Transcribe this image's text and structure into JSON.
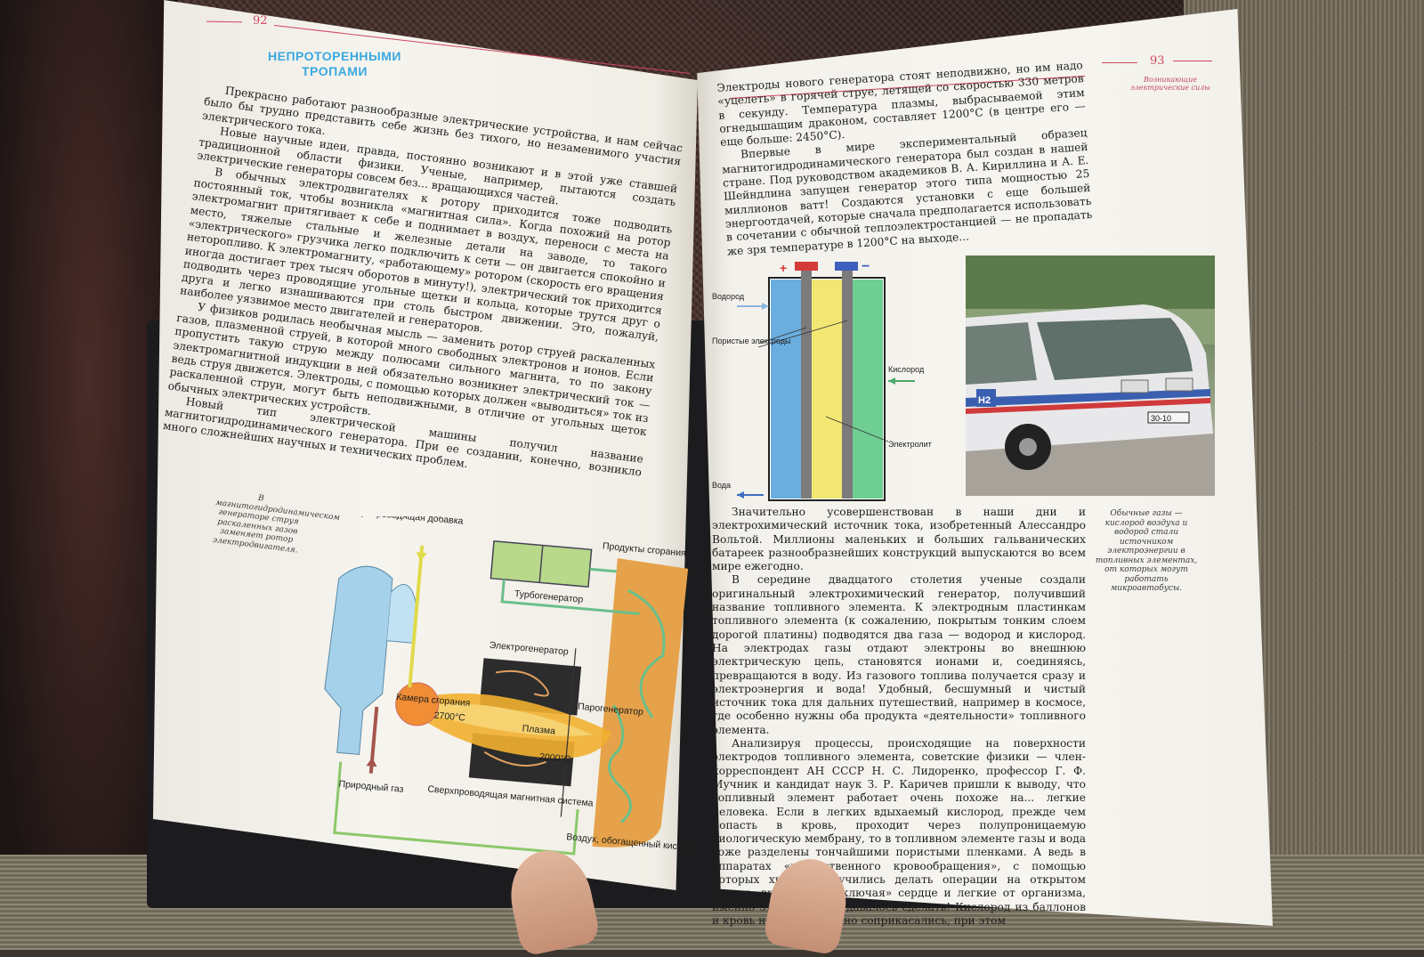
{
  "left_page": {
    "page_number": "92",
    "header_title_line1": "НЕПРОТОРЕННЫМИ",
    "header_title_line2": "ТРОПАМИ",
    "paragraphs": [
      "Прекрасно работают разнообразные электрические устройства, и нам сейчас было бы трудно представить себе жизнь без тихого, но незаменимого участия электрического тока.",
      "Новые научные идеи, правда, постоянно возникают и в этой уже ставшей традиционной области физики. Ученые, например, пытаются создать электрические генераторы совсем без... вращающихся частей.",
      "В обычных электродвигателях к ротору приходится тоже подводить постоянный ток, чтобы возникла «магнитная сила». Когда похожий на ротор электромагнит притягивает к себе и поднимает в воздух, переноси с места на место, тяжелые стальные и железные детали на заводе, то такого «электрического» грузчика легко подключить к сети — он двигается спокойно и неторопливо. К электромагниту, «работающему» ротором (скорость его вращения иногда достигает трех тысяч оборотов в минуту!), электрический ток приходится подводить через проводящие угольные щетки и кольца, которые трутся друг о друга и легко изнашиваются при столь быстром движении. Это, пожалуй, наиболее уязвимое место двигателей и генераторов.",
      "У физиков родилась необычная мысль — заменить ротор струей раскаленных газов, плазменной струей, в которой много свободных электронов и ионов. Если пропустить такую струю между полюсами сильного магнита, то по закону электромагнитной индукции в ней обязательно возникнет электрический ток — ведь струя движется. Электроды, с помощью которых должен «выводиться» ток из раскаленной струи, могут быть неподвижными, в отличие от угольных щеток обычных электрических устройств.",
      "Новый тип электрической машины получил название магнитогидродинамического генератора. При ее создании, конечно, возникло много сложнейших научных и технических проблем."
    ],
    "caption": "В магнитогидродинамическом генераторе струя раскаленных газов заменяет ротор электродвигателя.",
    "diagram": {
      "labels": {
        "additive": "Электропроводящая добавка",
        "products": "Продукты сгорания",
        "turbogenerator": "Турбогенератор",
        "electrogenerator": "Электрогенератор",
        "chamber": "Камера сгорания",
        "temp1": "2700°C",
        "steam_generator": "Парогенератор",
        "plasma": "Плазма",
        "temp2": "2000°C",
        "natural_gas": "Природный газ",
        "magnet": "Сверхпроводящая магнитная система",
        "air": "Воздух, обогащенный кислородом"
      }
    }
  },
  "right_page": {
    "page_number": "93",
    "running_head": "Возникающие электрические силы",
    "paragraphs_top": [
      "Электроды нового генератора стоят неподвижно, но им надо «уцелеть» в горячей струе, летящей со скоростью 330 метров в секунду. Температура плазмы, выбрасываемой этим огнедышащим драконом, составляет 1200°C (в центре его — еще больше: 2450°C).",
      "Впервые в мире экспериментальный образец магнитогидродинамического генератора был создан в нашей стране. Под руководством академиков В. А. Кириллина и А. Е. Шейндлина запущен генератор этого типа мощностью 25 миллионов ватт! Создаются установки с еще большей энергоотдачей, которые сначала предполагается использовать в сочетании с обычной теплоэлектростанцией — не пропадать же зря температуре в 1200°C на выходе..."
    ],
    "fuel_cell": {
      "hydrogen": "Водород",
      "porous": "Пористые электроды",
      "oxygen": "Кислород",
      "electrolyte": "Электролит",
      "water": "Вода",
      "plus": "+",
      "minus": "−"
    },
    "van_plate": "30-10",
    "van_logo": "H2",
    "paragraphs_bottom": [
      "Значительно усовершенствован в наши дни и электрохимический источник тока, изобретенный Алессандро Вольтой. Миллионы маленьких и больших гальванических батареек разнообразнейших конструкций выпускаются во всем мире ежегодно.",
      "В середине двадцатого столетия ученые создали оригинальный электрохимический генератор, получивший название топливного элемента. К электродным пластинкам топливного элемента (к сожалению, покрытым тонким слоем дорогой платины) подводятся два газа — водород и кислород. На электродах газы отдают электроны во внешнюю электрическую цепь, становятся ионами и, соединяясь, превращаются в воду. Из газового топлива получается сразу и электроэнергия и вода! Удобный, бесшумный и чистый источник тока для дальних путешествий, например в космосе, где особенно нужны оба продукта «деятельности» топливного элемента.",
      "Анализируя процессы, происходящие на поверхности электродов топливного элемента, советские физики — член-корреспондент АН СССР Н. С. Лидоренко, профессор Г. Ф. Мучник и кандидат наук З. Р. Каричев пришли к выводу, что топливный элемент работает очень похоже на... легкие человека. Если в легких вдыхаемый кислород, прежде чем попасть в кровь, проходит через полупроницаемую биологическую мембрану, то в топливном элементе газы и вода тоже разделены тончайшими пористыми пленками. А ведь в аппаратах «искусственного кровообращения», с помощью которых хирурги научились делать операции на открытом сердце, временно «отключая» сердце и легкие от организма, именно это никак не удавалось сделать! Кислород из баллонов и кровь непосредственно соприкасались, при этом"
    ],
    "caption": "Обычные газы — кислород воздуха и водород стали источником электроэнергии в топливных элементах, от которых могут работать микроавтобусы."
  }
}
